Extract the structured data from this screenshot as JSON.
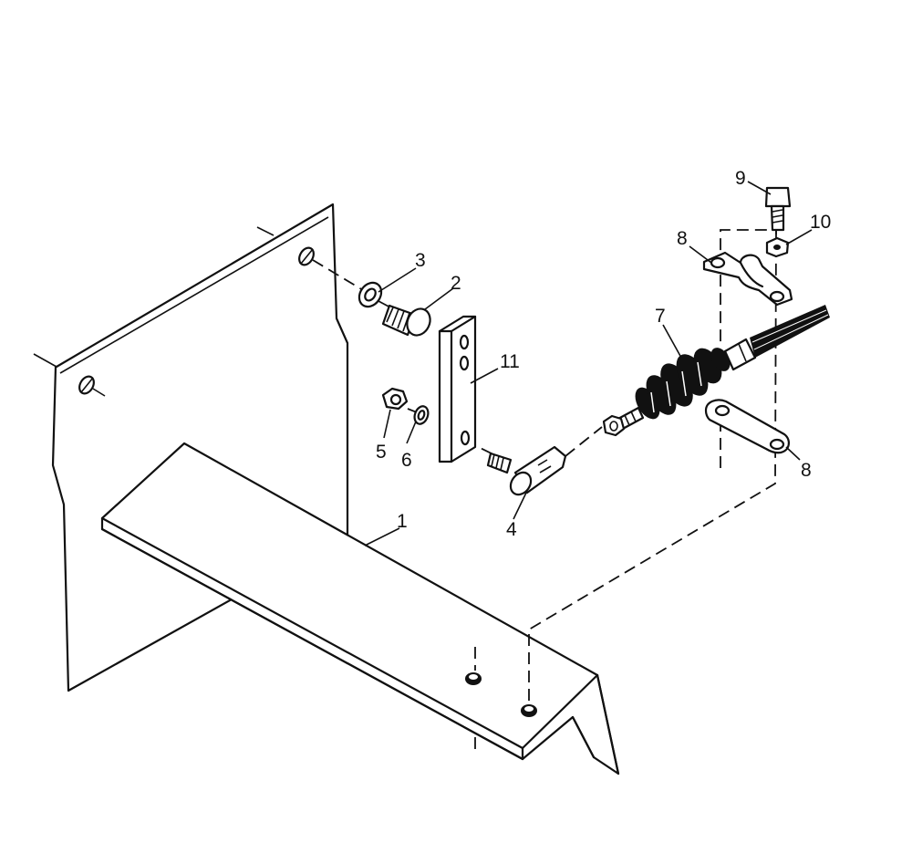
{
  "labels": [
    {
      "id": "1",
      "text": "1"
    },
    {
      "id": "2",
      "text": "2"
    },
    {
      "id": "3",
      "text": "3"
    },
    {
      "id": "4",
      "text": "4"
    },
    {
      "id": "5",
      "text": "5"
    },
    {
      "id": "6",
      "text": "6"
    },
    {
      "id": "7",
      "text": "7"
    },
    {
      "id": "8a",
      "text": "8"
    },
    {
      "id": "8b",
      "text": "8"
    },
    {
      "id": "9",
      "text": "9"
    },
    {
      "id": "10",
      "text": "10"
    },
    {
      "id": "11",
      "text": "11"
    }
  ]
}
